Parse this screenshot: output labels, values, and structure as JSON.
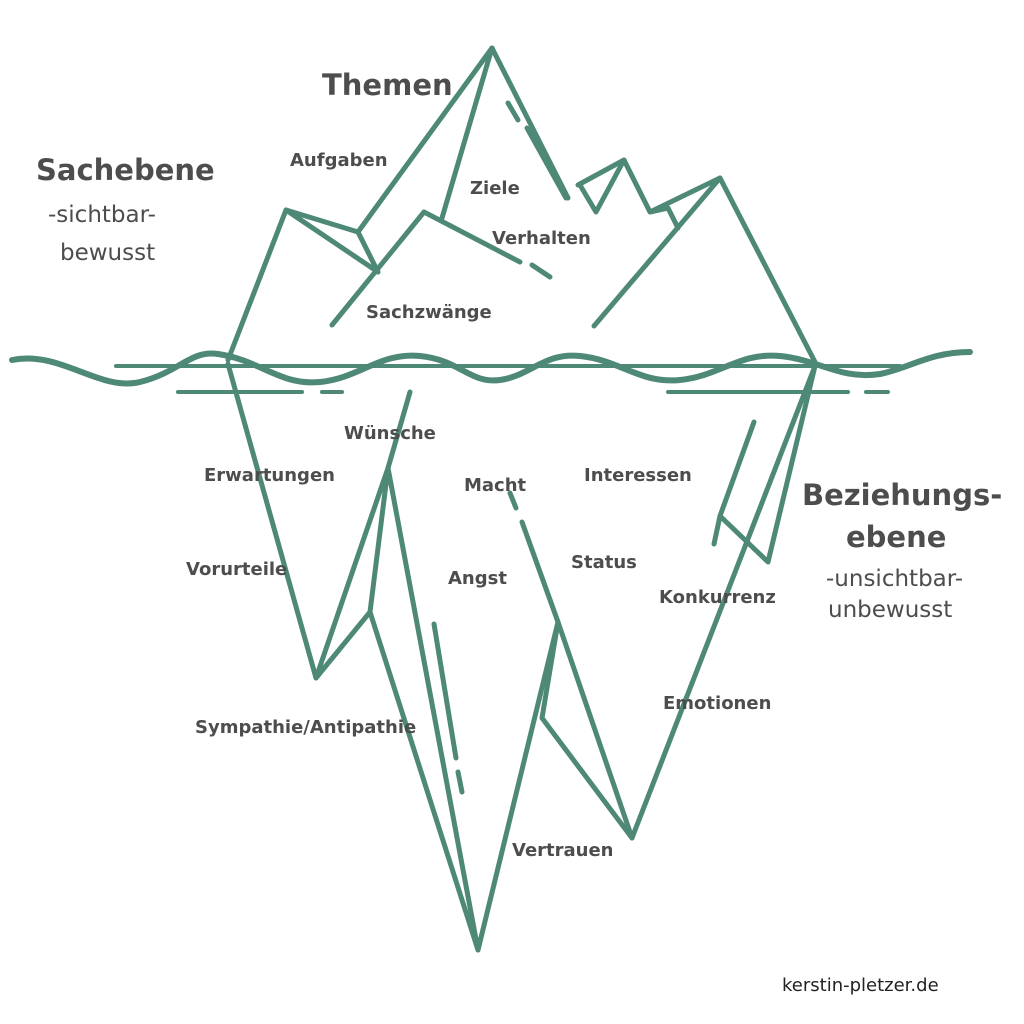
{
  "headings": {
    "themes": "Themen",
    "factual_level": "Sachebene",
    "factual_sub_1": "-sichtbar-",
    "factual_sub_2": "bewusst",
    "relationship_level_1": "Beziehungs-",
    "relationship_level_2": "ebene",
    "relationship_sub_1": "-unsichtbar-",
    "relationship_sub_2": "unbewusst"
  },
  "above_water": {
    "tasks": "Aufgaben",
    "goals": "Ziele",
    "behavior": "Verhalten",
    "constraints": "Sachzwänge"
  },
  "below_water": {
    "wishes": "Wünsche",
    "expectations": "Erwartungen",
    "power": "Macht",
    "interests": "Interessen",
    "prejudices": "Vorurteile",
    "fear": "Angst",
    "status": "Status",
    "competition": "Konkurrenz",
    "emotions": "Emotionen",
    "sympathy": "Sympathie/Antipathie",
    "trust": "Vertrauen"
  },
  "credit": "kerstin-pletzer.de",
  "colors": {
    "iceberg_stroke": "#4e8877",
    "text": "#4d4d4d"
  }
}
